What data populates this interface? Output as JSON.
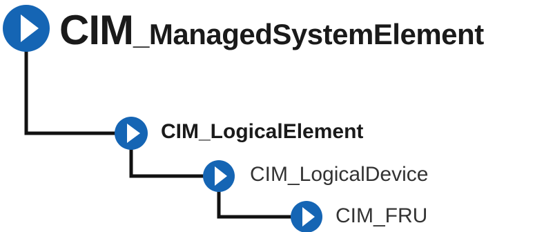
{
  "diagram": {
    "root": {
      "label_prefix": "CIM",
      "label_rest": "_ManagedSystemElement",
      "icon": "play-circle-icon"
    },
    "children": [
      {
        "label": "CIM_LogicalElement",
        "level": 1,
        "icon": "play-circle-icon"
      },
      {
        "label": "CIM_LogicalDevice",
        "level": 2,
        "icon": "play-circle-icon"
      },
      {
        "label": "CIM_FRU",
        "level": 3,
        "icon": "play-circle-icon"
      }
    ]
  },
  "colors": {
    "icon_blue": "#1565b4",
    "line": "#111111",
    "text": "#1a1a1a"
  }
}
